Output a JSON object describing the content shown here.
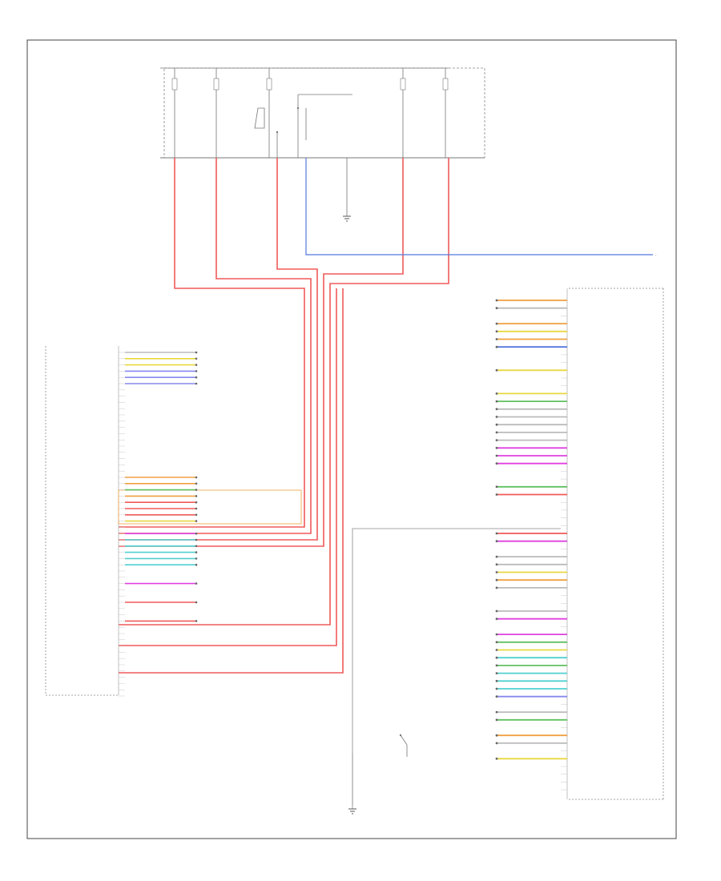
{
  "fuses": [
    {
      "id": "fuse-1",
      "label": "",
      "x": 0
    },
    {
      "id": "fuse-2",
      "label": "",
      "x": 0
    },
    {
      "id": "fuse-3",
      "label": "",
      "x": 0
    },
    {
      "id": "fuse-4",
      "label": "",
      "x": 0
    },
    {
      "id": "fuse-5",
      "label": "",
      "x": 0
    }
  ],
  "left_module": {
    "label_lines": []
  },
  "right_module": {
    "label_lines": []
  },
  "ground": {
    "label_lines": []
  },
  "figure_id": "",
  "wire_colors": {
    "power": "#f05a5a",
    "data_blue": "#5577dd",
    "yellow": "#e8d840",
    "orange": "#f0a040",
    "green": "#60c060",
    "cyan": "#50d0d0",
    "magenta": "#e040e0",
    "violet": "#8888ee",
    "gray": "#bbbbbb"
  },
  "left_connector": {
    "rows": [
      {
        "i": 0,
        "color": "gray"
      },
      {
        "i": 1,
        "color": "yellow"
      },
      {
        "i": 2,
        "color": "yellow"
      },
      {
        "i": 3,
        "color": "violet"
      },
      {
        "i": 4,
        "color": "violet"
      },
      {
        "i": 5,
        "color": "violet"
      },
      {
        "i": 20,
        "color": "orange"
      },
      {
        "i": 21,
        "color": "orange"
      },
      {
        "i": 22,
        "color": "green"
      },
      {
        "i": 23,
        "color": "orange"
      },
      {
        "i": 24,
        "color": "power"
      },
      {
        "i": 25,
        "color": "power"
      },
      {
        "i": 26,
        "color": "power"
      },
      {
        "i": 27,
        "color": "yellow"
      },
      {
        "i": 29,
        "color": "magenta"
      },
      {
        "i": 30,
        "color": "cyan"
      },
      {
        "i": 31,
        "color": "cyan"
      },
      {
        "i": 32,
        "color": "cyan"
      },
      {
        "i": 33,
        "color": "cyan"
      },
      {
        "i": 34,
        "color": "cyan"
      },
      {
        "i": 37,
        "color": "magenta"
      },
      {
        "i": 40,
        "color": "power"
      },
      {
        "i": 43,
        "color": "power"
      }
    ]
  },
  "right_connector": {
    "rows": [
      {
        "i": 0,
        "color": "orange"
      },
      {
        "i": 1,
        "color": "gray"
      },
      {
        "i": 3,
        "color": "orange"
      },
      {
        "i": 4,
        "color": "yellow"
      },
      {
        "i": 5,
        "color": "orange"
      },
      {
        "i": 6,
        "color": "data_blue"
      },
      {
        "i": 9,
        "color": "yellow"
      },
      {
        "i": 12,
        "color": "yellow"
      },
      {
        "i": 13,
        "color": "green"
      },
      {
        "i": 14,
        "color": "gray"
      },
      {
        "i": 15,
        "color": "gray"
      },
      {
        "i": 16,
        "color": "gray"
      },
      {
        "i": 17,
        "color": "gray"
      },
      {
        "i": 18,
        "color": "gray"
      },
      {
        "i": 19,
        "color": "magenta"
      },
      {
        "i": 20,
        "color": "magenta"
      },
      {
        "i": 21,
        "color": "magenta"
      },
      {
        "i": 24,
        "color": "green"
      },
      {
        "i": 25,
        "color": "power"
      },
      {
        "i": 30,
        "color": "power"
      },
      {
        "i": 31,
        "color": "magenta"
      },
      {
        "i": 33,
        "color": "gray"
      },
      {
        "i": 34,
        "color": "gray"
      },
      {
        "i": 35,
        "color": "yellow"
      },
      {
        "i": 36,
        "color": "orange"
      },
      {
        "i": 37,
        "color": "gray"
      },
      {
        "i": 40,
        "color": "gray"
      },
      {
        "i": 41,
        "color": "magenta"
      },
      {
        "i": 43,
        "color": "magenta"
      },
      {
        "i": 44,
        "color": "green"
      },
      {
        "i": 45,
        "color": "yellow"
      },
      {
        "i": 46,
        "color": "cyan"
      },
      {
        "i": 47,
        "color": "green"
      },
      {
        "i": 48,
        "color": "cyan"
      },
      {
        "i": 49,
        "color": "cyan"
      },
      {
        "i": 50,
        "color": "cyan"
      },
      {
        "i": 51,
        "color": "violet"
      },
      {
        "i": 53,
        "color": "gray"
      },
      {
        "i": 54,
        "color": "green"
      },
      {
        "i": 56,
        "color": "orange"
      },
      {
        "i": 57,
        "color": "gray"
      },
      {
        "i": 59,
        "color": "yellow"
      }
    ]
  }
}
